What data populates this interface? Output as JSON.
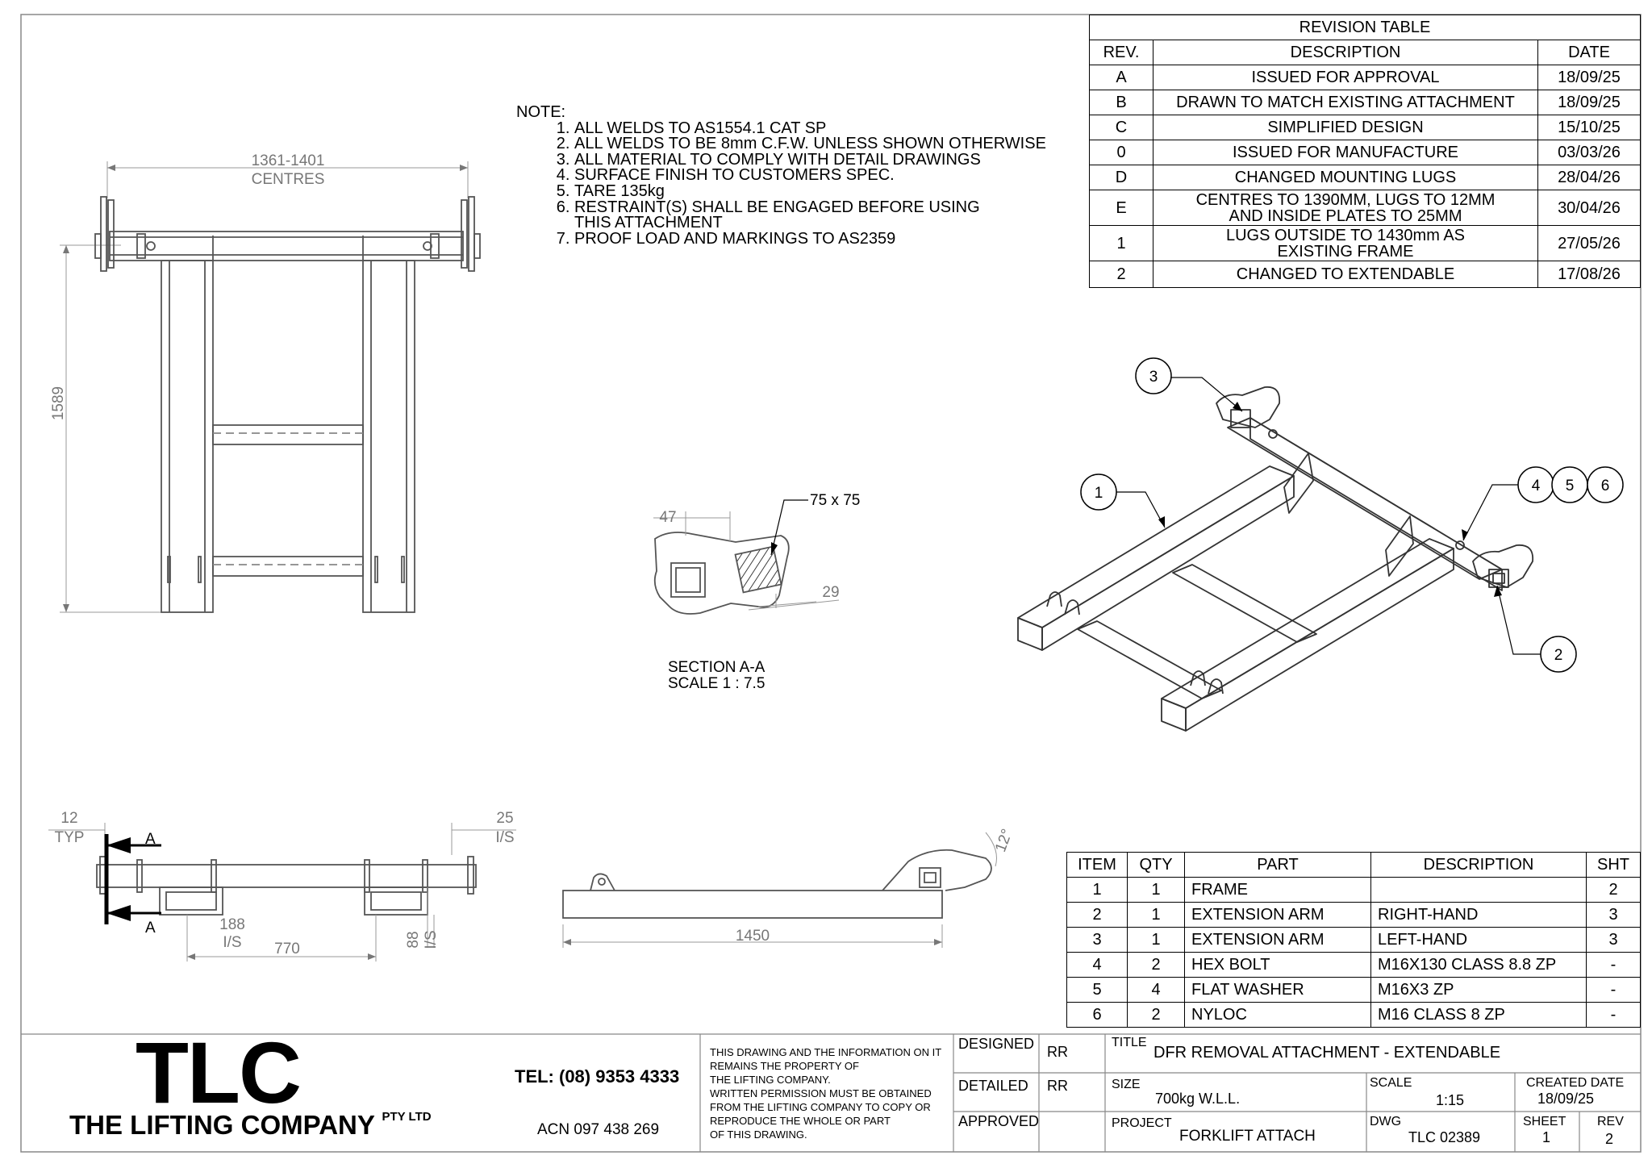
{
  "notes": {
    "heading": "NOTE:",
    "items": [
      "ALL WELDS TO AS1554.1 CAT SP",
      "ALL WELDS TO BE 8mm C.F.W. UNLESS SHOWN OTHERWISE",
      "ALL MATERIAL TO COMPLY WITH DETAIL DRAWINGS",
      "SURFACE FINISH TO CUSTOMERS SPEC.",
      "TARE 135kg",
      "RESTRAINT(S) SHALL BE ENGAGED BEFORE USING THIS ATTACHMENT",
      "PROOF LOAD AND MARKINGS TO AS2359"
    ]
  },
  "revision_table": {
    "title": "REVISION TABLE",
    "headers": [
      "REV.",
      "DESCRIPTION",
      "DATE"
    ],
    "rows": [
      [
        "A",
        "ISSUED FOR APPROVAL",
        "18/09/25"
      ],
      [
        "B",
        "DRAWN TO MATCH EXISTING ATTACHMENT",
        "18/09/25"
      ],
      [
        "C",
        "SIMPLIFIED DESIGN",
        "15/10/25"
      ],
      [
        "0",
        "ISSUED FOR MANUFACTURE",
        "03/03/26"
      ],
      [
        "D",
        "CHANGED MOUNTING LUGS",
        "28/04/26"
      ],
      [
        "E",
        "CENTRES TO 1390MM, LUGS TO 12MM AND INSIDE PLATES TO 25MM",
        "30/04/26"
      ],
      [
        "1",
        "LUGS OUTSIDE TO 1430mm AS EXISTING FRAME",
        "27/05/26"
      ],
      [
        "2",
        "CHANGED TO EXTENDABLE",
        "17/08/26"
      ]
    ]
  },
  "bom": {
    "headers": [
      "ITEM",
      "QTY",
      "PART",
      "DESCRIPTION",
      "SHT"
    ],
    "rows": [
      [
        "1",
        "1",
        "FRAME",
        "",
        "2"
      ],
      [
        "2",
        "1",
        "EXTENSION ARM",
        "RIGHT-HAND",
        "3"
      ],
      [
        "3",
        "1",
        "EXTENSION ARM",
        "LEFT-HAND",
        "3"
      ],
      [
        "4",
        "2",
        "HEX BOLT",
        "M16X130 CLASS 8.8 ZP",
        "-"
      ],
      [
        "5",
        "4",
        "FLAT WASHER",
        "M16X3 ZP",
        "-"
      ],
      [
        "6",
        "2",
        "NYLOC",
        "M16 CLASS 8 ZP",
        "-"
      ]
    ]
  },
  "dims": {
    "centres_value": "1361-1401",
    "centres_label": "CENTRES",
    "height": "1589",
    "typ_value": "12",
    "typ_label": "TYP",
    "is_value": "25",
    "is_label": "I/S",
    "d188": "188",
    "d188_label": "I/S",
    "d770": "770",
    "d88": "88",
    "d88_label": "I/S",
    "d1450": "1450",
    "angle": "12°",
    "section_tube": "75 x 75",
    "d47": "47",
    "d29": "29",
    "cut_letter": "A"
  },
  "section": {
    "title": "SECTION A-A",
    "scale": "SCALE 1 : 7.5"
  },
  "balloons": [
    "1",
    "2",
    "3",
    "4",
    "5",
    "6"
  ],
  "title_block": {
    "logo": "TLC",
    "company": "THE LIFTING COMPANY",
    "company_suffix": "PTY LTD",
    "tel": "TEL: (08) 9353 4333",
    "acn": "ACN 097 438 269",
    "disclaimer_lines": [
      "THIS DRAWING AND THE INFORMATION ON IT",
      "REMAINS THE PROPERTY OF",
      "THE LIFTING COMPANY.",
      "WRITTEN PERMISSION MUST BE OBTAINED",
      "FROM THE LIFTING COMPANY TO COPY OR",
      "REPRODUCE THE WHOLE OR PART",
      "OF THIS DRAWING."
    ],
    "designed_label": "DESIGNED",
    "designed": "RR",
    "detailed_label": "DETAILED",
    "detailed": "RR",
    "approved_label": "APPROVED",
    "title_label": "TITLE",
    "title": "DFR REMOVAL ATTACHMENT - EXTENDABLE",
    "size_label": "SIZE",
    "size": "700kg W.L.L.",
    "scale_label": "SCALE",
    "scale": "1:15",
    "created_label": "CREATED DATE",
    "created": "18/09/25",
    "project_label": "PROJECT",
    "project": "FORKLIFT ATTACH",
    "dwg_label": "DWG",
    "dwg": "TLC 02389",
    "sheet_label": "SHEET",
    "sheet": "1",
    "rev_label": "REV",
    "rev": "2"
  }
}
